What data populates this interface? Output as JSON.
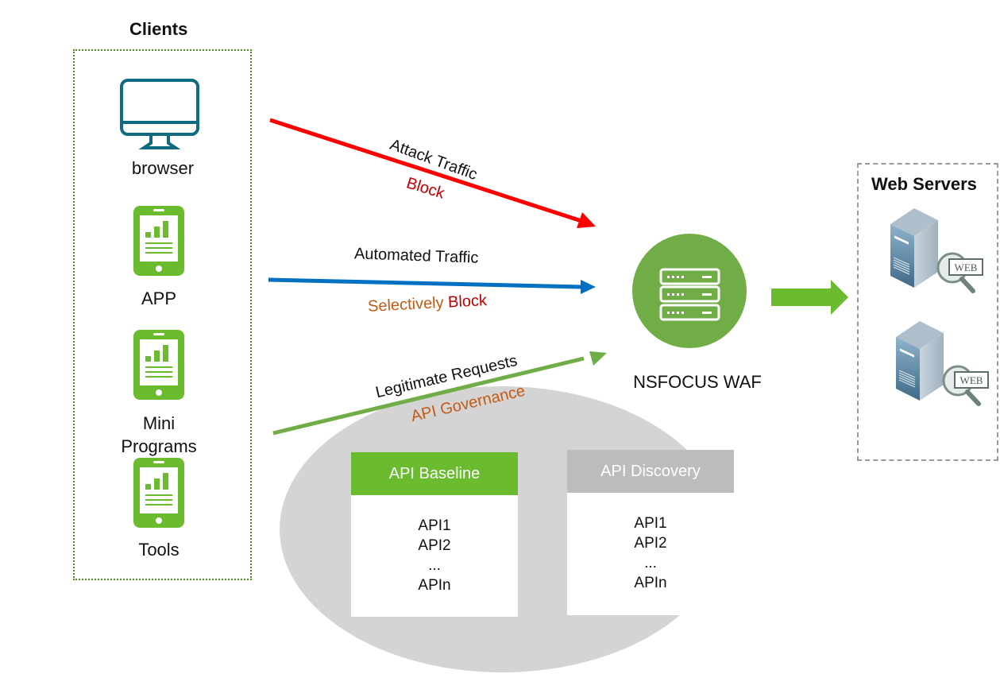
{
  "clients": {
    "title": "Clients",
    "items": [
      {
        "label": "browser",
        "icon": "monitor-icon"
      },
      {
        "label": "APP",
        "icon": "tablet-chart-icon"
      },
      {
        "label": "Mini Programs",
        "icon": "tablet-chart-icon"
      },
      {
        "label": "Tools",
        "icon": "tablet-chart-icon"
      }
    ]
  },
  "flows": {
    "attack": {
      "label": "Attack Traffic",
      "action": "Block",
      "color": "#ff0000"
    },
    "automated": {
      "label": "Automated Traffic",
      "action_prefix": "Selectively",
      "action": "Block",
      "color": "#0070c0"
    },
    "legitimate": {
      "label": "Legitimate Requests",
      "action": "API Governance",
      "color": "#70ad47"
    }
  },
  "colors": {
    "block_text": "#c00000",
    "orange_text": "#c55a11",
    "green": "#70ad47",
    "bright_green": "#6bbb2e",
    "monitor": "#0e6b80"
  },
  "waf": {
    "label": "NSFOCUS WAF",
    "icon": "server-rack-icon"
  },
  "servers": {
    "title": "Web Servers",
    "badge": "WEB",
    "count": 2
  },
  "api": {
    "baseline": {
      "title": "API Baseline",
      "items": [
        "API1",
        "API2",
        "...",
        "APIn"
      ]
    },
    "discovery": {
      "title": "API Discovery",
      "items": [
        "API1",
        "API2",
        "...",
        "APIn"
      ]
    }
  }
}
